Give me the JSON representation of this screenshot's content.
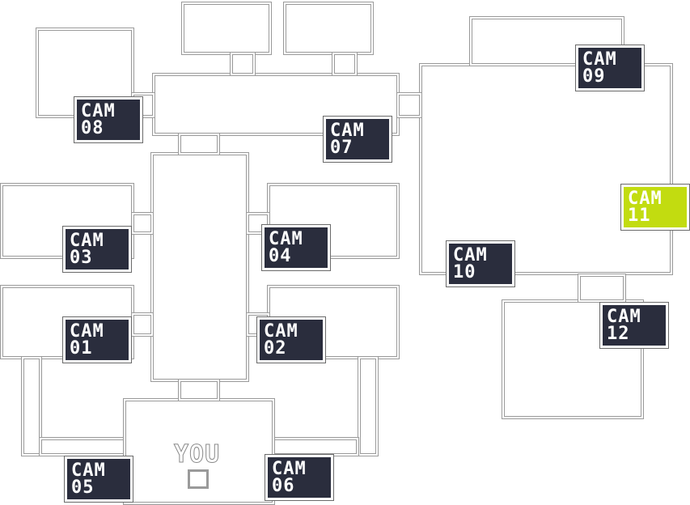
{
  "map": {
    "you_label": "YOU",
    "selected_camera": "CAM 11",
    "colors": {
      "camera_bg": "#2a2d3d",
      "camera_selected": "#c2dc10",
      "wall": "#9a9a9a"
    },
    "cameras": [
      {
        "id": "cam-08",
        "top": "CAM",
        "bottom": "08"
      },
      {
        "id": "cam-07",
        "top": "CAM",
        "bottom": "07"
      },
      {
        "id": "cam-09",
        "top": "CAM",
        "bottom": "09"
      },
      {
        "id": "cam-11",
        "top": "CAM",
        "bottom": "11"
      },
      {
        "id": "cam-03",
        "top": "CAM",
        "bottom": "03"
      },
      {
        "id": "cam-04",
        "top": "CAM",
        "bottom": "04"
      },
      {
        "id": "cam-10",
        "top": "CAM",
        "bottom": "10"
      },
      {
        "id": "cam-12",
        "top": "CAM",
        "bottom": "12"
      },
      {
        "id": "cam-01",
        "top": "CAM",
        "bottom": "01"
      },
      {
        "id": "cam-02",
        "top": "CAM",
        "bottom": "02"
      },
      {
        "id": "cam-05",
        "top": "CAM",
        "bottom": "05"
      },
      {
        "id": "cam-06",
        "top": "CAM",
        "bottom": "06"
      }
    ]
  }
}
